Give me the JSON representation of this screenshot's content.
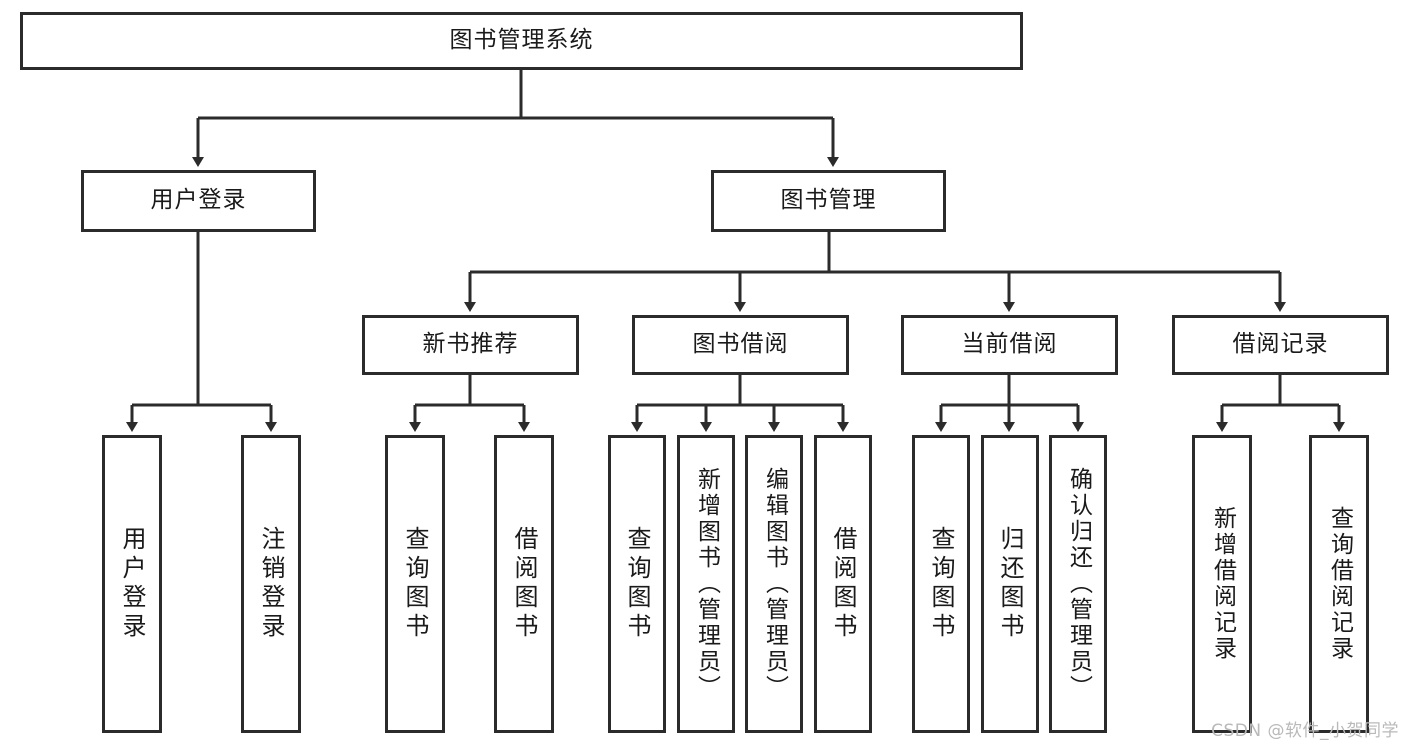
{
  "diagram": {
    "type": "tree",
    "title": "图书管理系统",
    "watermark": "CSDN @软件_小贺同学",
    "colors": {
      "stroke": "#2b2b2b",
      "fill": "#ffffff",
      "text": "#1a1a1a",
      "watermark": "#b9b9b9"
    },
    "level1": {
      "label": "图书管理系统"
    },
    "level2": [
      {
        "label": "用户登录"
      },
      {
        "label": "图书管理"
      }
    ],
    "level3": [
      {
        "label": "新书推荐"
      },
      {
        "label": "图书借阅"
      },
      {
        "label": "当前借阅"
      },
      {
        "label": "借阅记录"
      }
    ],
    "leaves": {
      "user_login": [
        {
          "label": "用户登录"
        },
        {
          "label": "注销登录"
        }
      ],
      "new_book": [
        {
          "label": "查询图书"
        },
        {
          "label": "借阅图书"
        }
      ],
      "book_borrow": [
        {
          "label": "查询图书"
        },
        {
          "label": "新增图书（管理员）"
        },
        {
          "label": "编辑图书（管理员）"
        },
        {
          "label": "借阅图书"
        }
      ],
      "current_borrow": [
        {
          "label": "查询图书"
        },
        {
          "label": "归还图书"
        },
        {
          "label": "确认归还（管理员）"
        }
      ],
      "borrow_record": [
        {
          "label": "新增借阅记录"
        },
        {
          "label": "查询借阅记录"
        }
      ]
    }
  }
}
